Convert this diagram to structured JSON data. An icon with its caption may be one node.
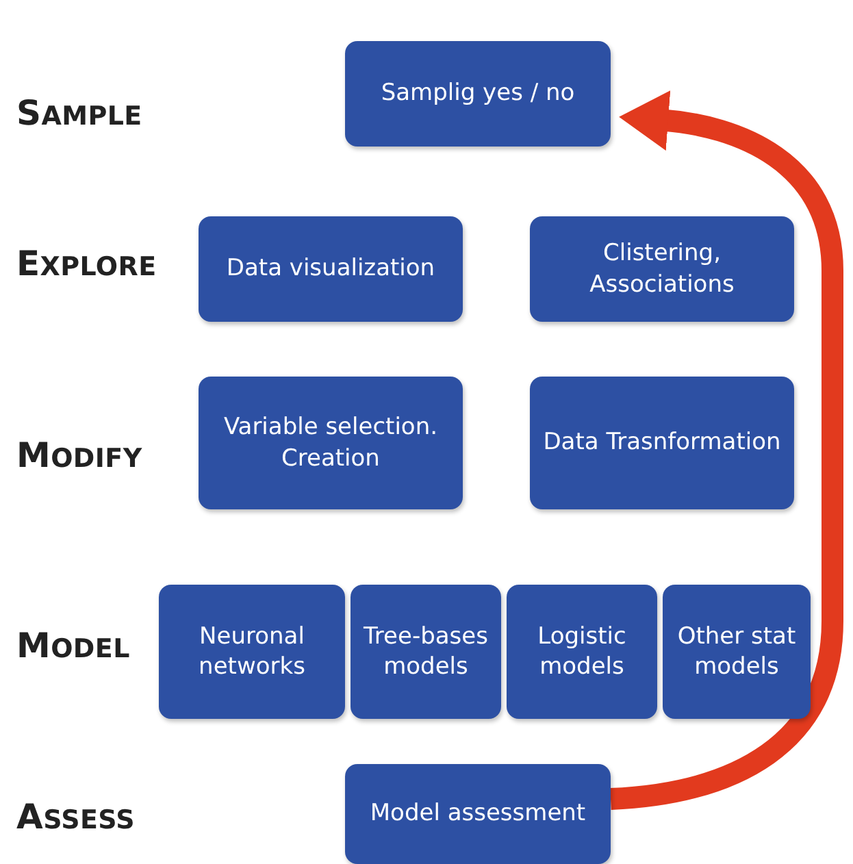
{
  "diagram": {
    "nodes": [
      {
        "text": [
          "Samplig yes / no"
        ]
      },
      {
        "text": [
          "Data visualization"
        ]
      },
      {
        "text": [
          "Clistering, Associations"
        ]
      },
      {
        "text": [
          "Variable selection. Creation"
        ]
      },
      {
        "text": [
          "Data Trasnformation"
        ]
      },
      {
        "text": [
          "Neuronal networks"
        ]
      },
      {
        "text": [
          "Tree-bases models"
        ]
      },
      {
        "text": [
          "Logistic models"
        ]
      },
      {
        "text": [
          "Other stat models"
        ]
      },
      {
        "text": [
          "Model assessment"
        ]
      }
    ],
    "edges": [
      {
        "from": 9,
        "to": 0,
        "arrow": "to",
        "color": "#e23a1e"
      }
    ],
    "labels": [
      "SAMPLE",
      "EXPLORE",
      "MODIFY",
      "MODEL",
      "ASSESS"
    ]
  }
}
